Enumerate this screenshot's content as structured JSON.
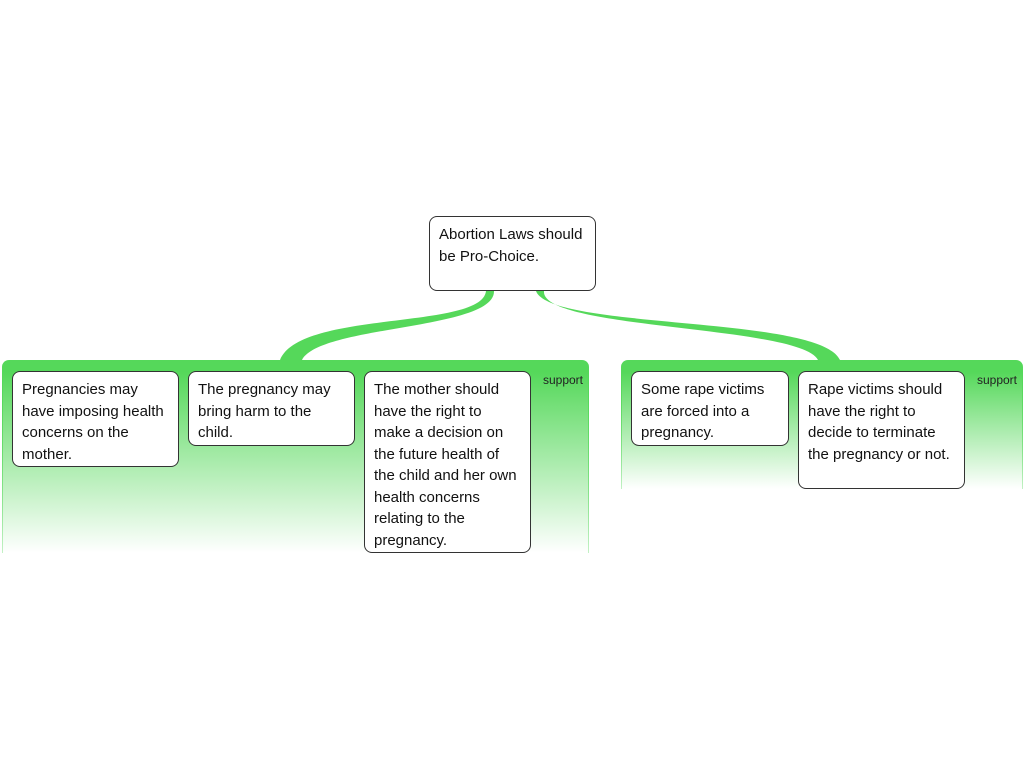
{
  "root": {
    "text": "Abortion Laws should be Pro-Choice."
  },
  "groups": [
    {
      "relation": "support",
      "premises": [
        "Pregnancies may have imposing health concerns on the mother.",
        "The pregnancy may bring harm to the child.",
        "The mother should have the right to make a decision on the future health of the child and her own health concerns relating to the pregnancy."
      ]
    },
    {
      "relation": "support",
      "premises": [
        "Some rape victims are forced into a pregnancy.",
        "Rape victims should have the right to decide to terminate the pregnancy or not."
      ]
    }
  ],
  "colors": {
    "support": "#55d85a",
    "node_border": "#333333"
  }
}
